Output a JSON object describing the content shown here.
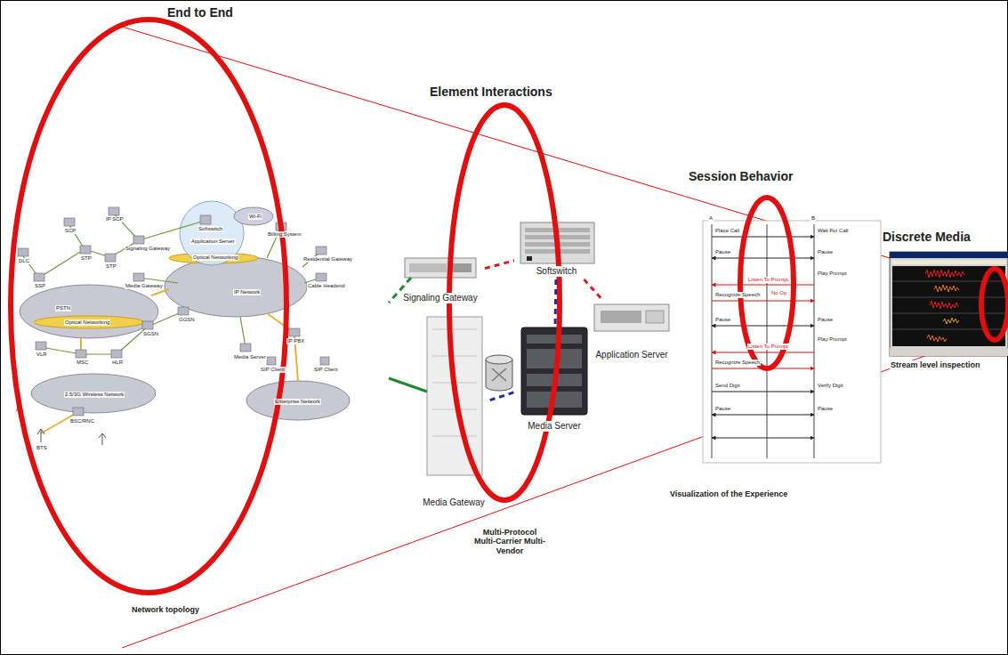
{
  "diagram": {
    "nodes": [
      {
        "text": [
          "Signaling Gateway"
        ]
      },
      {
        "text": [
          "Softswitch"
        ]
      },
      {
        "text": [
          "Application Server"
        ]
      },
      {
        "text": [
          "Media Gateway"
        ]
      },
      {
        "text": [
          "Media Server"
        ]
      }
    ],
    "edges": [
      {
        "from": 0,
        "to": 1,
        "arrow": "none"
      },
      {
        "from": 1,
        "to": 2,
        "arrow": "none"
      },
      {
        "from": 1,
        "to": 4,
        "arrow": "none"
      },
      {
        "from": 3,
        "to": 4,
        "arrow": "none"
      }
    ],
    "labels": [
      "End to End",
      "Element Interactions",
      "Session Behavior",
      "Discrete Media",
      "Network topology",
      "Multi-Protocol Multi-Carrier Multi-Vendor",
      "Visualization of the Experience",
      "Stream level inspection",
      "PSTN",
      "Optical Networking",
      "IP Network",
      "Optical Networking",
      "2.5/3G Wireless Network",
      "Enterprise Network",
      "Signaling Gateway",
      "Softswitch",
      "Application Server",
      "Media Gateway",
      "Media Server",
      "Billing System",
      "Residential Gateway",
      "Cable Headend",
      "IP PBX",
      "SIP Client",
      "SIP Client",
      "Wi-Fi",
      "SCP",
      "IP SCP",
      "STP",
      "STP",
      "SSP",
      "DLC",
      "MSC",
      "HLR",
      "VLR",
      "BSC/RNC",
      "BTS",
      "SGSN",
      "GGSN",
      "A",
      "B",
      "Place Call",
      "Wait For Call",
      "Pause",
      "Pause",
      "Play Prompt",
      "Listen To Prompt",
      "Recognize Speech",
      "No Op",
      "Pause",
      "Pause",
      "Play Prompt",
      "Listen To Prompt",
      "Recognize Speech",
      "Send Digit",
      "Verify Digit",
      "Pause",
      "Pause"
    ]
  }
}
